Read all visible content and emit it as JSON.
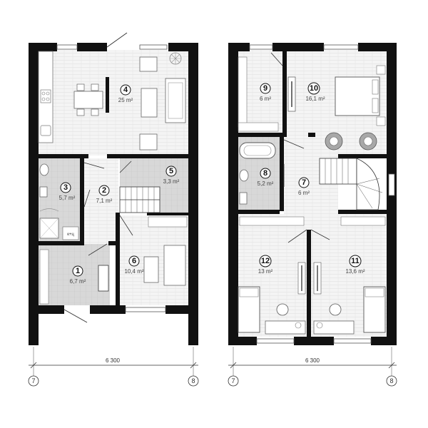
{
  "plans": [
    {
      "rooms": [
        {
          "number": "1",
          "area": "6,7 m²"
        },
        {
          "number": "2",
          "area": "7,1 m²"
        },
        {
          "number": "3",
          "area": "5,7 m²"
        },
        {
          "number": "4",
          "area": "25 m²"
        },
        {
          "number": "5",
          "area": "3,3 m²"
        },
        {
          "number": "6",
          "area": "10,4 m²"
        }
      ],
      "dimension": "6 300",
      "axis_left": "7",
      "axis_right": "8",
      "boiler_label": "к+ц"
    },
    {
      "rooms": [
        {
          "number": "7",
          "area": "6 m²"
        },
        {
          "number": "8",
          "area": "5,2 m²"
        },
        {
          "number": "9",
          "area": "6 m²"
        },
        {
          "number": "10",
          "area": "16,1 m²"
        },
        {
          "number": "11",
          "area": "13,6 m²"
        },
        {
          "number": "12",
          "area": "13 m²"
        }
      ],
      "dimension": "6 300",
      "axis_left": "7",
      "axis_right": "8"
    }
  ],
  "colors": {
    "wall": "#111111",
    "floor": "#f3f3f3",
    "tile": "#d6d6d6",
    "furniture": "#9a9a9a"
  }
}
